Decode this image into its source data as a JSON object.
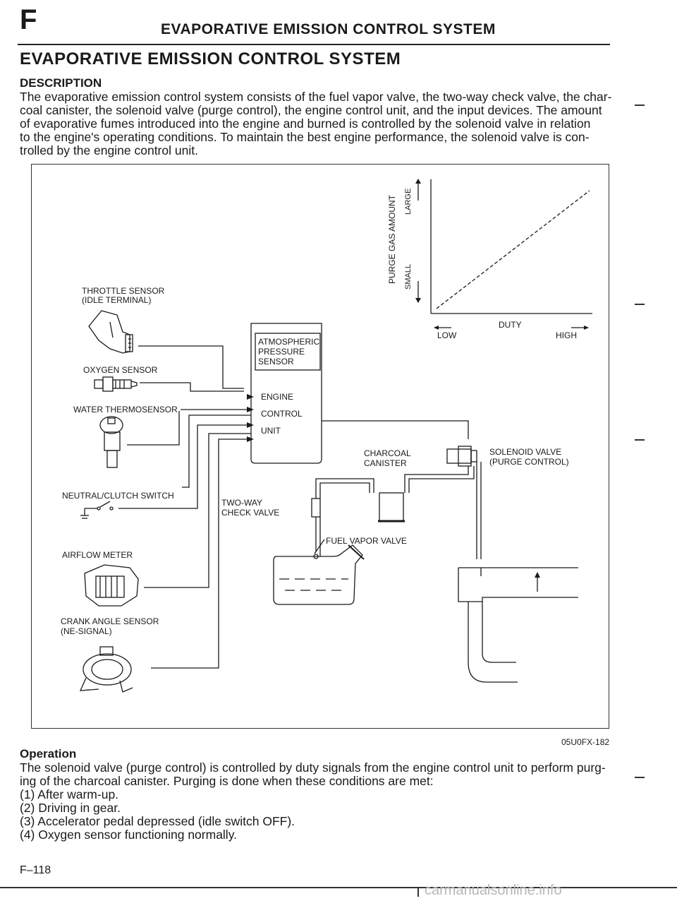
{
  "header": {
    "section_letter": "F",
    "title": "EVAPORATIVE EMISSION CONTROL SYSTEM"
  },
  "page_title": "EVAPORATIVE EMISSION CONTROL SYSTEM",
  "description": {
    "heading": "DESCRIPTION",
    "lines": [
      "The evaporative emission control system consists of the fuel vapor valve, the two-way check valve, the char-",
      "coal canister, the solenoid valve (purge control), the engine control unit, and the input devices. The amount",
      "of evaporative fumes introduced into the engine and burned is controlled by the solenoid valve in relation",
      "to the engine's operating conditions. To maintain the best engine performance, the solenoid valve is con-",
      "trolled by the engine control unit."
    ]
  },
  "figure": {
    "graph": {
      "y_label": "PURGE GAS AMOUNT",
      "y_small": "SMALL",
      "y_large": "LARGE",
      "x_label": "DUTY",
      "x_low": "LOW",
      "x_high": "HIGH"
    },
    "sensors": {
      "throttle_1": "THROTTLE SENSOR",
      "throttle_2": "(IDLE TERMINAL)",
      "oxygen": "OXYGEN SENSOR",
      "water": "WATER THERMOSENSOR",
      "neutral": "NEUTRAL/CLUTCH SWITCH",
      "airflow": "AIRFLOW METER",
      "crank_1": "CRANK ANGLE SENSOR",
      "crank_2": "(NE-SIGNAL)"
    },
    "ecu": {
      "atm_1": "ATMOSPHERIC",
      "atm_2": "PRESSURE",
      "atm_3": "SENSOR",
      "ecu_1": "ENGINE",
      "ecu_2": "CONTROL",
      "ecu_3": "UNIT"
    },
    "components": {
      "canister_1": "CHARCOAL",
      "canister_2": "CANISTER",
      "solenoid_1": "SOLENOID VALVE",
      "solenoid_2": "(PURGE CONTROL)",
      "check_1": "TWO-WAY",
      "check_2": "CHECK VALVE",
      "fuel_vapor": "FUEL VAPOR VALVE"
    },
    "code": "05U0FX-182"
  },
  "operation": {
    "heading": "Operation",
    "lines": [
      "The solenoid valve (purge control) is controlled by duty signals from the engine control unit to perform purg-",
      "ing of the charcoal canister. Purging is done when these conditions are met:",
      "(1) After warm-up.",
      "(2) Driving in gear.",
      "(3) Accelerator pedal depressed (idle switch OFF).",
      "(4) Oxygen sensor functioning normally."
    ]
  },
  "footer": {
    "page_number": "F–118",
    "watermark": "carmanualsonline.info"
  }
}
